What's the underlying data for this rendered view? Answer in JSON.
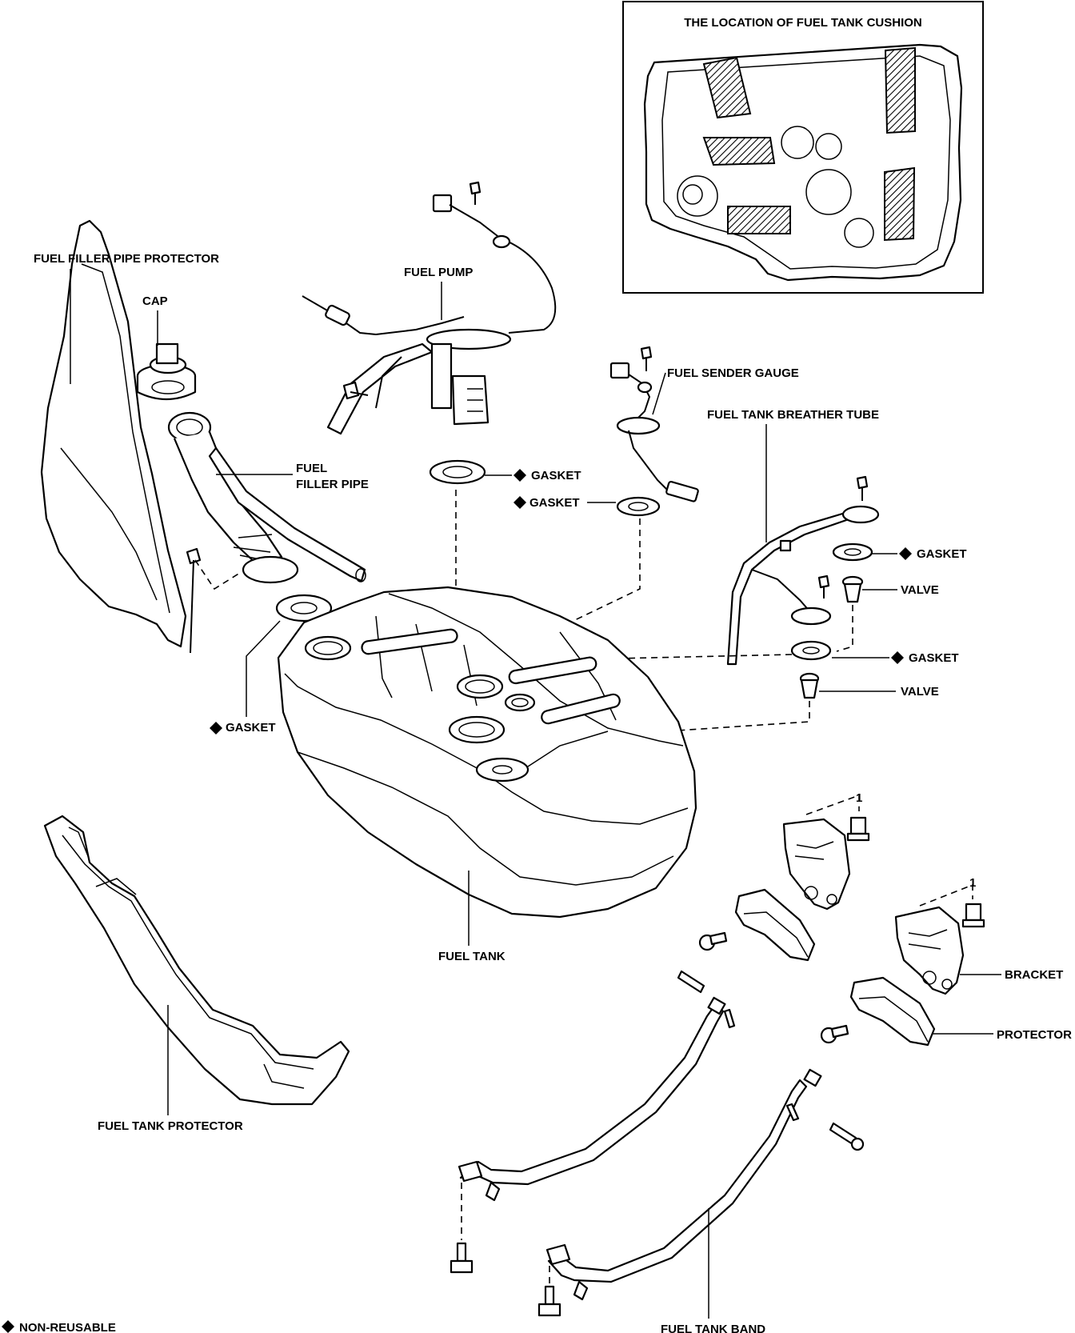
{
  "inset": {
    "title": "THE LOCATION OF FUEL TANK CUSHION"
  },
  "labels": {
    "fuel_filler_pipe_protector": "FUEL FILLER PIPE PROTECTOR",
    "cap": "CAP",
    "fuel_pump": "FUEL PUMP",
    "fuel_sender_gauge": "FUEL SENDER GAUGE",
    "fuel_tank_breather_tube": "FUEL TANK BREATHER TUBE",
    "fuel_filler_pipe_line1": "FUEL",
    "fuel_filler_pipe_line2": "FILLER PIPE",
    "gasket_pump": "GASKET",
    "gasket_sender": "GASKET",
    "gasket_right_upper": "GASKET",
    "valve_upper": "VALVE",
    "gasket_right_lower": "GASKET",
    "valve_lower": "VALVE",
    "gasket_filler": "GASKET",
    "fuel_tank": "FUEL TANK",
    "bracket_ref_1": "1",
    "bracket_ref_2": "1",
    "bracket": "BRACKET",
    "protector": "PROTECTOR",
    "fuel_tank_protector": "FUEL TANK PROTECTOR",
    "fuel_tank_band": "FUEL TANK BAND"
  },
  "legend": {
    "non_reusable": "NON-REUSABLE"
  }
}
